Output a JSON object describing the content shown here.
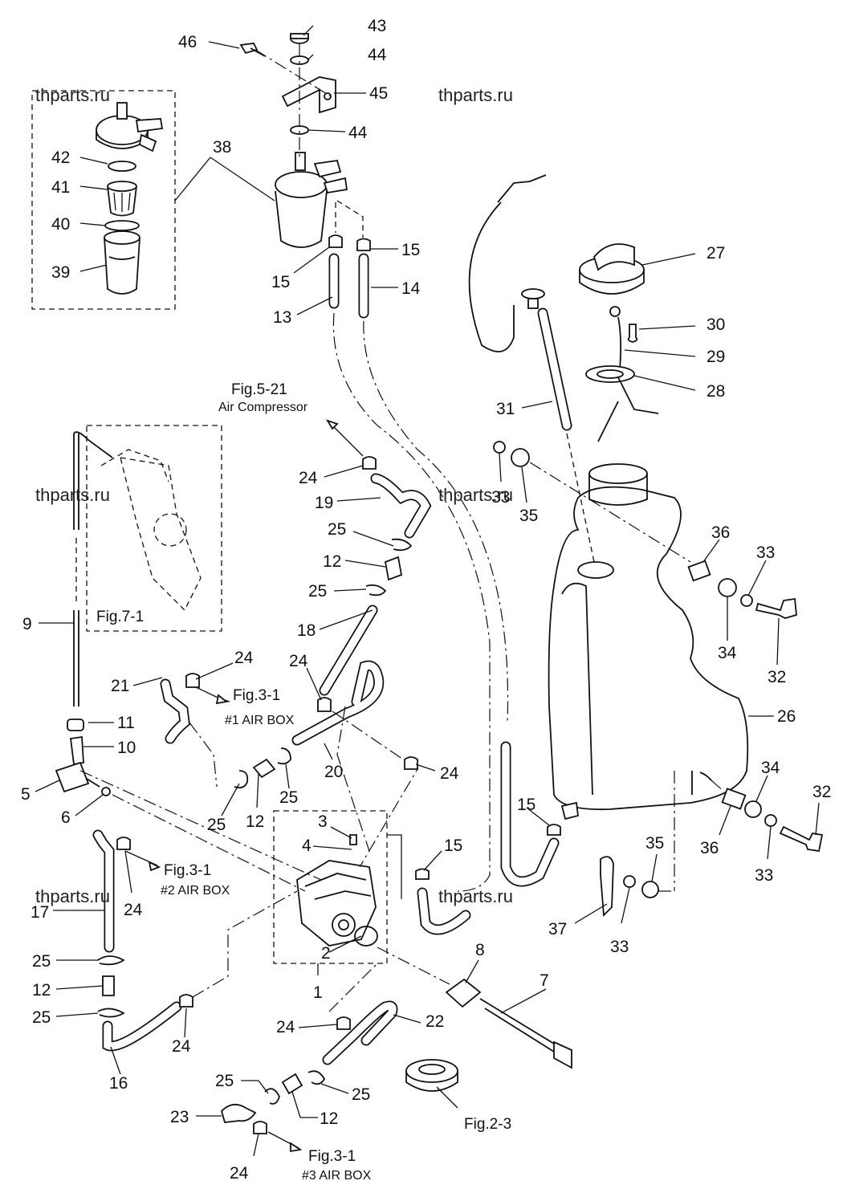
{
  "watermarks": [
    "thparts.ru",
    "thparts.ru",
    "thparts.ru",
    "thparts.ru",
    "thparts.ru",
    "thparts.ru"
  ],
  "callouts": {
    "c43": "43",
    "c44a": "44",
    "c46": "46",
    "c45": "45",
    "c44b": "44",
    "c38": "38",
    "c42": "42",
    "c41": "41",
    "c40": "40",
    "c39": "39",
    "c15a": "15",
    "c15b": "15",
    "c14": "14",
    "c13": "13",
    "c27": "27",
    "c30": "30",
    "c29": "29",
    "c28": "28",
    "c31": "31",
    "c33a": "33",
    "c35a": "35",
    "c36a": "36",
    "c33b": "33",
    "c34a": "34",
    "c32a": "32",
    "c26": "26",
    "c34b": "34",
    "c32b": "32",
    "c36b": "36",
    "c33c": "33",
    "c35b": "35",
    "c33d": "33",
    "c37": "37",
    "c15c": "15",
    "c15d": "15",
    "c24a": "24",
    "c19": "19",
    "c25a": "25",
    "c12a": "12",
    "c25b": "25",
    "c18": "18",
    "c24b": "24",
    "c21": "21",
    "c24c": "24",
    "c20": "20",
    "c24d": "24",
    "c9": "9",
    "c11": "11",
    "c10": "10",
    "c5": "5",
    "c6": "6",
    "c25c": "25",
    "c12b": "12",
    "c25d": "25",
    "c3": "3",
    "c4": "4",
    "c2": "2",
    "c1": "1",
    "c17": "17",
    "c24e": "24",
    "c25e": "25",
    "c12c": "12",
    "c25f": "25",
    "c16": "16",
    "c24f": "24",
    "c8": "8",
    "c7": "7",
    "c22": "22",
    "c24g": "24",
    "c25g": "25",
    "c25h": "25",
    "c12d": "12",
    "c23": "23",
    "c24h": "24"
  },
  "references": {
    "fig521": "Fig.5-21",
    "air_compressor": "Air Compressor",
    "fig71": "Fig.7-1",
    "fig31a": "Fig.3-1",
    "airbox1": "#1 AIR BOX",
    "fig31b": "Fig.3-1",
    "airbox2": "#2 AIR BOX",
    "fig31c": "Fig.3-1",
    "airbox3": "#3 AIR BOX",
    "fig23": "Fig.2-3"
  }
}
